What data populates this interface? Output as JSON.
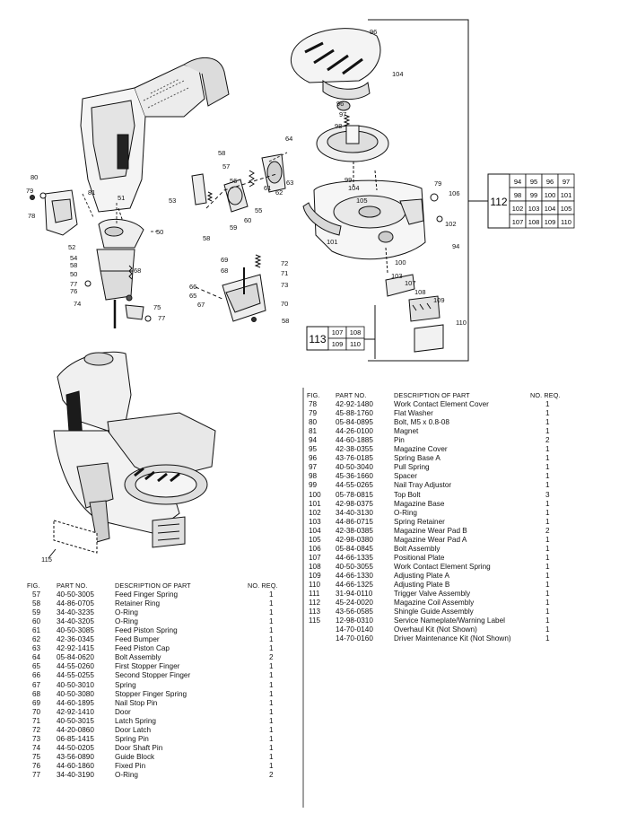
{
  "diagram": {
    "callouts": [
      "96",
      "104",
      "96",
      "97",
      "98",
      "99",
      "104",
      "105",
      "79",
      "106",
      "102",
      "101",
      "94",
      "100",
      "103",
      "107",
      "108",
      "109",
      "110",
      "64",
      "58",
      "57",
      "56",
      "62",
      "63",
      "61",
      "60",
      "55",
      "53",
      "59",
      "58",
      "51",
      "80",
      "79",
      "81",
      "78",
      "50",
      "52",
      "54",
      "58",
      "50",
      "77",
      "76",
      "68",
      "74",
      "75",
      "77",
      "69",
      "68",
      "72",
      "71",
      "73",
      "66",
      "65",
      "67",
      "70",
      "58",
      "115"
    ],
    "kit_112": {
      "label": "112",
      "rows": [
        [
          "94",
          "95",
          "96",
          "97"
        ],
        [
          "98",
          "99",
          "100",
          "101"
        ],
        [
          "102",
          "103",
          "104",
          "105"
        ],
        [
          "107",
          "108",
          "109",
          "110"
        ]
      ]
    },
    "kit_113": {
      "label": "113",
      "rows": [
        [
          "107",
          "108"
        ],
        [
          "109",
          "110"
        ]
      ]
    }
  },
  "table_headers": {
    "fig": "FIG.",
    "part": "PART NO.",
    "desc": "DESCRIPTION OF PART",
    "req": "NO. REQ."
  },
  "left_table": [
    {
      "fig": "57",
      "part": "40-50-3005",
      "desc": "Feed Finger Spring",
      "req": "1"
    },
    {
      "fig": "58",
      "part": "44-86-0705",
      "desc": "Retainer Ring",
      "req": "1"
    },
    {
      "fig": "59",
      "part": "34-40-3235",
      "desc": "O-Ring",
      "req": "1"
    },
    {
      "fig": "60",
      "part": "34-40-3205",
      "desc": "O-Ring",
      "req": "1"
    },
    {
      "fig": "61",
      "part": "40-50-3085",
      "desc": "Feed Piston Spring",
      "req": "1"
    },
    {
      "fig": "62",
      "part": "42-36-0345",
      "desc": "Feed Bumper",
      "req": "1"
    },
    {
      "fig": "63",
      "part": "42-92-1415",
      "desc": "Feed Piston Cap",
      "req": "1"
    },
    {
      "fig": "64",
      "part": "05-84-0620",
      "desc": "Bolt Assembly",
      "req": "2"
    },
    {
      "fig": "65",
      "part": "44-55-0260",
      "desc": "First Stopper Finger",
      "req": "1"
    },
    {
      "fig": "66",
      "part": "44-55-0255",
      "desc": "Second Stopper Finger",
      "req": "1"
    },
    {
      "fig": "67",
      "part": "40-50-3010",
      "desc": "Spring",
      "req": "1"
    },
    {
      "fig": "68",
      "part": "40-50-3080",
      "desc": "Stopper Finger Spring",
      "req": "1"
    },
    {
      "fig": "69",
      "part": "44-60-1895",
      "desc": "Nail Stop Pin",
      "req": "1"
    },
    {
      "fig": "70",
      "part": "42-92-1410",
      "desc": "Door",
      "req": "1"
    },
    {
      "fig": "71",
      "part": "40-50-3015",
      "desc": "Latch Spring",
      "req": "1"
    },
    {
      "fig": "72",
      "part": "44-20-0860",
      "desc": "Door Latch",
      "req": "1"
    },
    {
      "fig": "73",
      "part": "06-85-1415",
      "desc": "Spring Pin",
      "req": "1"
    },
    {
      "fig": "74",
      "part": "44-50-0205",
      "desc": "Door Shaft Pin",
      "req": "1"
    },
    {
      "fig": "75",
      "part": "43-56-0890",
      "desc": "Guide Block",
      "req": "1"
    },
    {
      "fig": "76",
      "part": "44-60-1860",
      "desc": "Fixed Pin",
      "req": "1"
    },
    {
      "fig": "77",
      "part": "34-40-3190",
      "desc": "O-Ring",
      "req": "2"
    }
  ],
  "right_table": [
    {
      "fig": "78",
      "part": "42-92-1480",
      "desc": "Work Contact Element Cover",
      "req": "1"
    },
    {
      "fig": "79",
      "part": "45-88-1760",
      "desc": "Flat Washer",
      "req": "1"
    },
    {
      "fig": "80",
      "part": "05-84-0895",
      "desc": "Bolt, M5 x 0.8-08",
      "req": "1"
    },
    {
      "fig": "81",
      "part": "44-26-0100",
      "desc": "Magnet",
      "req": "1"
    },
    {
      "fig": "94",
      "part": "44-60-1885",
      "desc": "Pin",
      "req": "2"
    },
    {
      "fig": "95",
      "part": "42-38-0355",
      "desc": "Magazine Cover",
      "req": "1"
    },
    {
      "fig": "96",
      "part": "43-76-0185",
      "desc": "Spring Base A",
      "req": "1"
    },
    {
      "fig": "97",
      "part": "40-50-3040",
      "desc": "Pull Spring",
      "req": "1"
    },
    {
      "fig": "98",
      "part": "45-36-1660",
      "desc": "Spacer",
      "req": "1"
    },
    {
      "fig": "99",
      "part": "44-55-0265",
      "desc": "Nail Tray Adjustor",
      "req": "1"
    },
    {
      "fig": "100",
      "part": "05-78-0815",
      "desc": "Top Bolt",
      "req": "3"
    },
    {
      "fig": "101",
      "part": "42-98-0375",
      "desc": "Magazine Base",
      "req": "1"
    },
    {
      "fig": "102",
      "part": "34-40-3130",
      "desc": "O-Ring",
      "req": "1"
    },
    {
      "fig": "103",
      "part": "44-86-0715",
      "desc": "Spring Retainer",
      "req": "1"
    },
    {
      "fig": "104",
      "part": "42-38-0385",
      "desc": "Magazine Wear Pad B",
      "req": "2"
    },
    {
      "fig": "105",
      "part": "42-98-0380",
      "desc": "Magazine Wear Pad A",
      "req": "1"
    },
    {
      "fig": "106",
      "part": "05-84-0845",
      "desc": "Bolt Assembly",
      "req": "1"
    },
    {
      "fig": "107",
      "part": "44-66-1335",
      "desc": "Positional Plate",
      "req": "1"
    },
    {
      "fig": "108",
      "part": "40-50-3055",
      "desc": "Work Contact Element Spring",
      "req": "1"
    },
    {
      "fig": "109",
      "part": "44-66-1330",
      "desc": "Adjusting Plate A",
      "req": "1"
    },
    {
      "fig": "110",
      "part": "44-66-1325",
      "desc": "Adjusting Plate B",
      "req": "1"
    },
    {
      "fig": "111",
      "part": "31-94-0110",
      "desc": "Trigger Valve Assembly",
      "req": "1"
    },
    {
      "fig": "112",
      "part": "45-24-0020",
      "desc": "Magazine Coil Assembly",
      "req": "1"
    },
    {
      "fig": "113",
      "part": "43-56-0585",
      "desc": "Shingle Guide Assembly",
      "req": "1"
    },
    {
      "fig": "115",
      "part": "12-98-0310",
      "desc": "Service Nameplate/Warning Label",
      "req": "1"
    },
    {
      "fig": "",
      "part": "14-70-0140",
      "desc": "Overhaul Kit (Not Shown)",
      "req": "1"
    },
    {
      "fig": "",
      "part": "14-70-0160",
      "desc": "Driver Maintenance Kit (Not Shown)",
      "req": "1"
    }
  ]
}
